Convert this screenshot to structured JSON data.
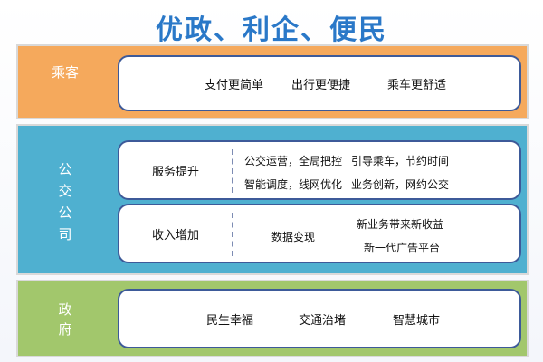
{
  "title": "优政、利企、便民",
  "rows": {
    "passenger": {
      "label": "乘客",
      "items": [
        "支付更简单",
        "出行更便捷",
        "乘车更舒适"
      ]
    },
    "bus_company": {
      "label": "公交公司",
      "service": {
        "heading": "服务提升",
        "items": [
          "公交运营，全局把控",
          "引导乘车，节约时间",
          "智能调度，线网优化",
          "业务创新，网约公交"
        ]
      },
      "revenue": {
        "heading": "收入增加",
        "items": [
          "数据变现",
          "新业务带来新收益",
          "新一代广告平台"
        ]
      }
    },
    "government": {
      "label": "政府",
      "items": [
        "民生幸福",
        "交通治堵",
        "智慧城市"
      ]
    }
  },
  "colors": {
    "title": "#2a78c8",
    "passenger_band": "#f5a95c",
    "bus_band": "#4fb0d0",
    "gov_band": "#a2c76c",
    "card_border": "#3d5a99"
  }
}
